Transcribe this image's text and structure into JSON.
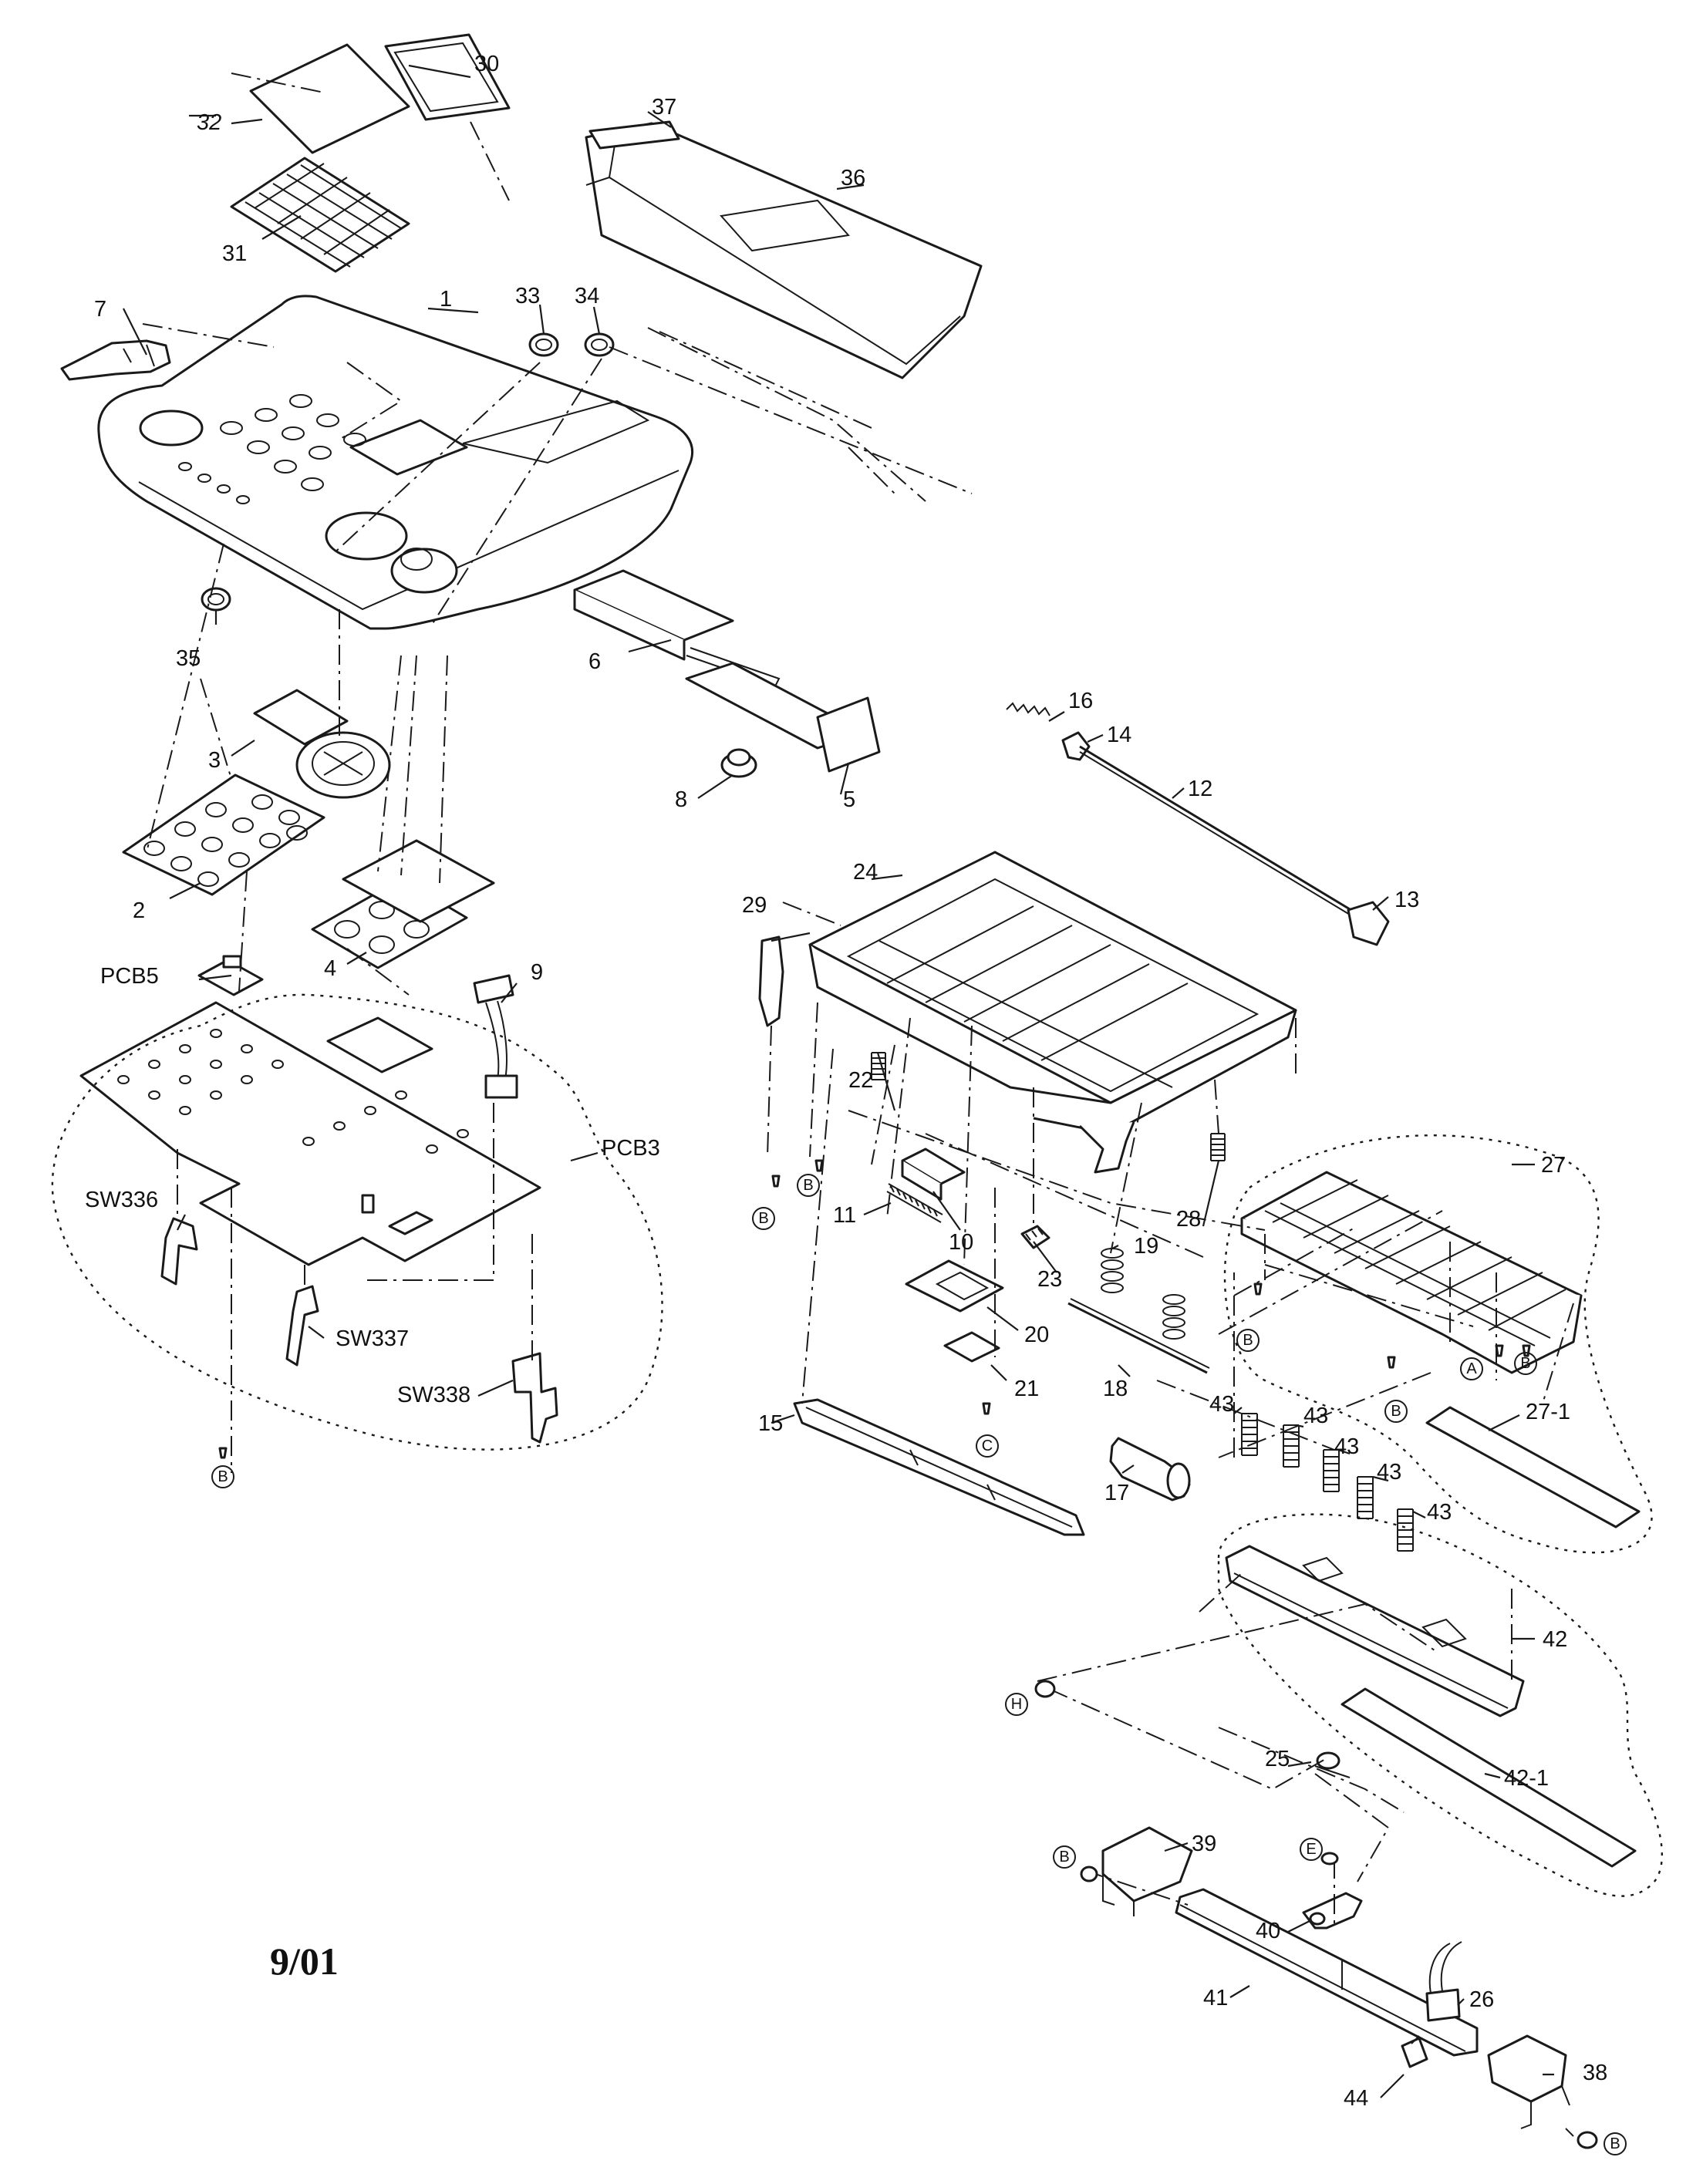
{
  "callouts": {
    "c1": "1",
    "c2": "2",
    "c3": "3",
    "c4": "4",
    "c5": "5",
    "c6": "6",
    "c7": "7",
    "c8": "8",
    "c9": "9",
    "c10": "10",
    "c11": "11",
    "c12": "12",
    "c13": "13",
    "c14": "14",
    "c15": "15",
    "c16": "16",
    "c17": "17",
    "c18": "18",
    "c19": "19",
    "c20": "20",
    "c21": "21",
    "c22": "22",
    "c23": "23",
    "c24": "24",
    "c25": "25",
    "c26": "26",
    "c27": "27",
    "c27_1": "27-1",
    "c28": "28",
    "c29": "29",
    "c30": "30",
    "c31": "31",
    "c32": "32",
    "c33": "33",
    "c34": "34",
    "c35": "35",
    "c36": "36",
    "c37": "37",
    "c38": "38",
    "c39": "39",
    "c40": "40",
    "c41": "41",
    "c42": "42",
    "c42_1": "42-1",
    "c43a": "43",
    "c43b": "43",
    "c43c": "43",
    "c43d": "43",
    "c43e": "43",
    "c44": "44",
    "pcb3": "PCB3",
    "pcb5": "PCB5",
    "sw336": "SW336",
    "sw337": "SW337",
    "sw338": "SW338"
  },
  "screw_refs": {
    "b_left_board": "B",
    "b_tray_1": "B",
    "b_tray_2": "B",
    "b_tray_3": "B",
    "b_tray_4": "B",
    "b_tray_5": "B",
    "b_right_bottom": "B",
    "b_sensor_left": "B",
    "a_tray": "A",
    "c_plate": "C",
    "e_bracket": "E",
    "h_screw": "H"
  },
  "date_code": "9/01"
}
